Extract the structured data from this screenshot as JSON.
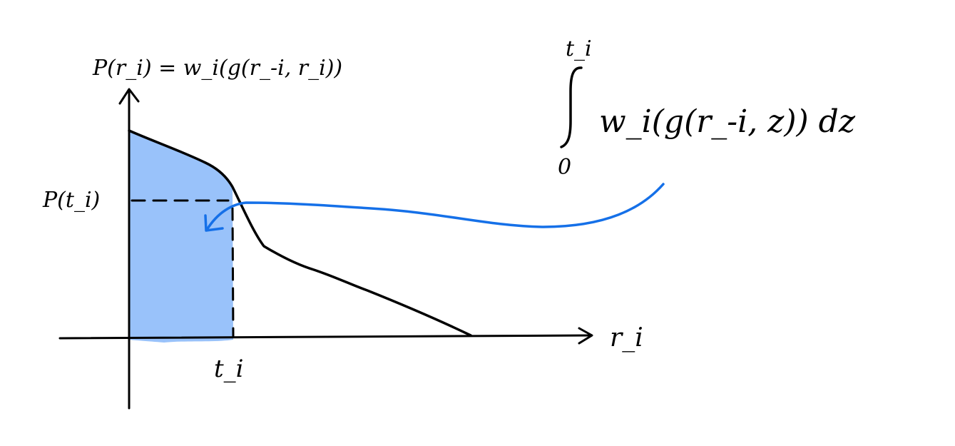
{
  "labels": {
    "y_axis": "P(r_i) = w_i(g(r_-i, r_i))",
    "x_axis": "r_i",
    "threshold_x": "t_i",
    "threshold_y": "P(t_i)",
    "integral_expr": "w_i(g(r_-i, z)) dz",
    "integral_upper": "t_i",
    "integral_lower": "0"
  },
  "colors": {
    "ink": "#000000",
    "fill_area": "#99c2fa",
    "arrow": "#1570e8",
    "background": "#ffffff"
  }
}
